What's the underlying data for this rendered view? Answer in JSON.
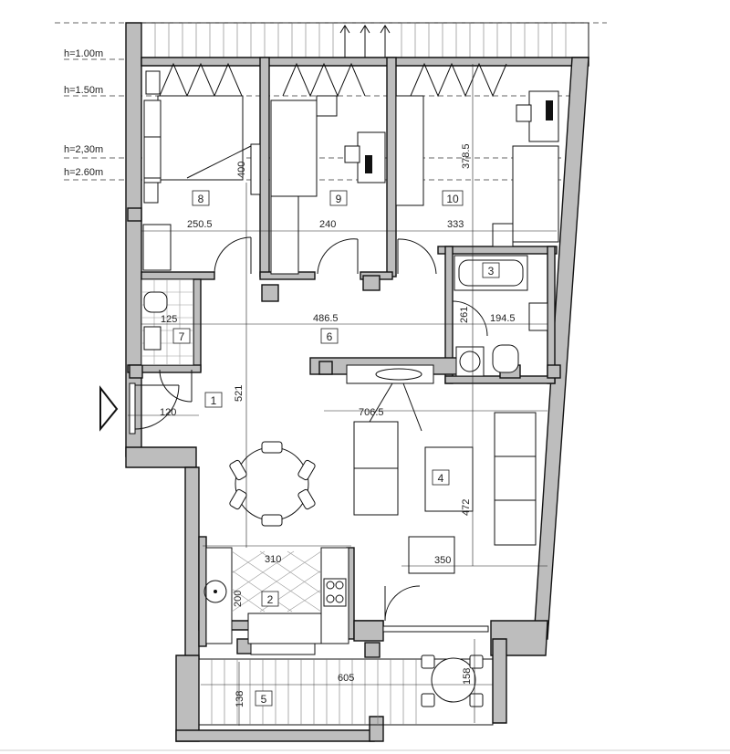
{
  "heights": [
    "h=1.00m",
    "h=1.50m",
    "h=2,30m",
    "h=2.60m"
  ],
  "rooms": [
    {
      "num": "1"
    },
    {
      "num": "2"
    },
    {
      "num": "3"
    },
    {
      "num": "4"
    },
    {
      "num": "5"
    },
    {
      "num": "6"
    },
    {
      "num": "7"
    },
    {
      "num": "8"
    },
    {
      "num": "9"
    },
    {
      "num": "10"
    }
  ],
  "dimensions": {
    "d_2505": "250.5",
    "d_240": "240",
    "d_333": "333",
    "d_3785": "378.5",
    "d_400": "400",
    "d_125": "125",
    "d_4865": "486.5",
    "d_261": "261",
    "d_1945": "194.5",
    "d_120": "120",
    "d_521": "521",
    "d_7065": "706.5",
    "d_472": "472",
    "d_310": "310",
    "d_350": "350",
    "d_200": "200",
    "d_605": "605",
    "d_138": "138",
    "d_158": "158"
  },
  "colors": {
    "wall": "#bdbdbd",
    "line": "#111111"
  }
}
